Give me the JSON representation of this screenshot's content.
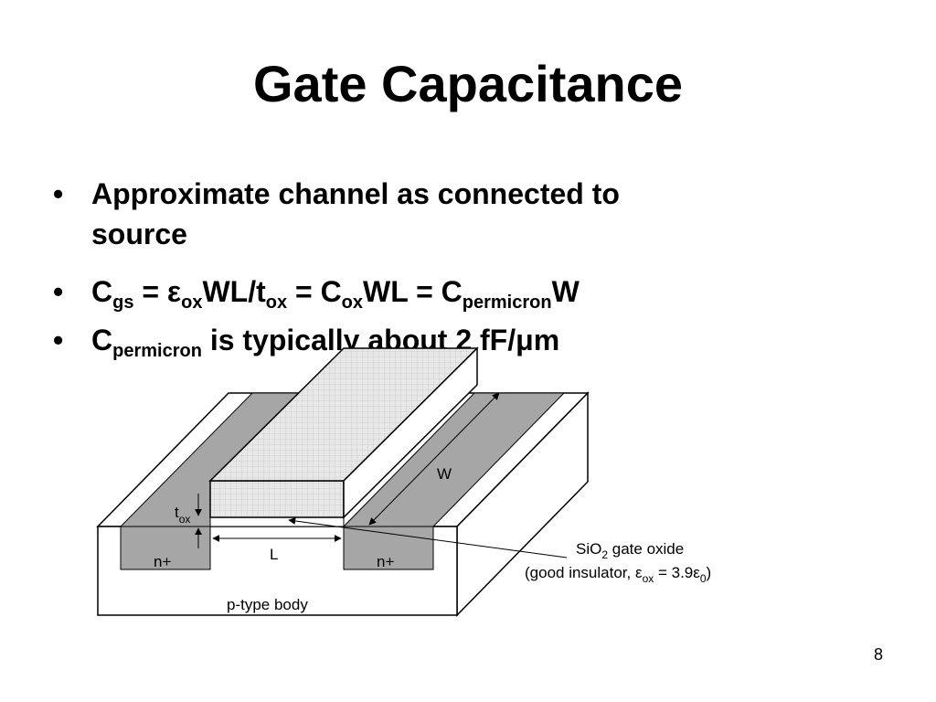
{
  "slide": {
    "title": "Gate Capacitance",
    "page_number": "8"
  },
  "bullets": {
    "marker": "•",
    "b1_line1": "Approximate channel as connected to",
    "b1_line2": "source",
    "b2": {
      "c1": "C",
      "c1_sub": "gs",
      "eq1": " = ",
      "eps": "ε",
      "eps_sub": "ox",
      "wl_t": "WL/t",
      "t_sub": "ox",
      "eq2": " = C",
      "cox_sub": "ox",
      "wl_eq": "WL = C",
      "cp_sub": "permicron",
      "w": "W"
    },
    "b3": {
      "c": "C",
      "c_sub": "permicron",
      "rest_a": " is typically about 2 fF/",
      "mu": "μ",
      "rest_b": "m"
    }
  },
  "diagram": {
    "label_w": "W",
    "label_l": "L",
    "label_t": "t",
    "label_t_sub": "ox",
    "label_n_left": "n+",
    "label_n_right": "n+",
    "label_body": "p-type body",
    "oxide_line1_a": "SiO",
    "oxide_line1_sub": "2",
    "oxide_line1_b": " gate oxide",
    "oxide_line2_a": "(good insulator, ",
    "oxide_line2_eps": "ε",
    "oxide_line2_eps_sub": "ox",
    "oxide_line2_b": " = 3.9",
    "oxide_line2_eps0": "ε",
    "oxide_line2_eps0_sub": "0",
    "oxide_line2_c": ")"
  },
  "colors": {
    "diffusion": "#a6a6a6",
    "gate_top": "#e3e3e3",
    "gate_side": "#ffffff",
    "line": "#000000"
  }
}
